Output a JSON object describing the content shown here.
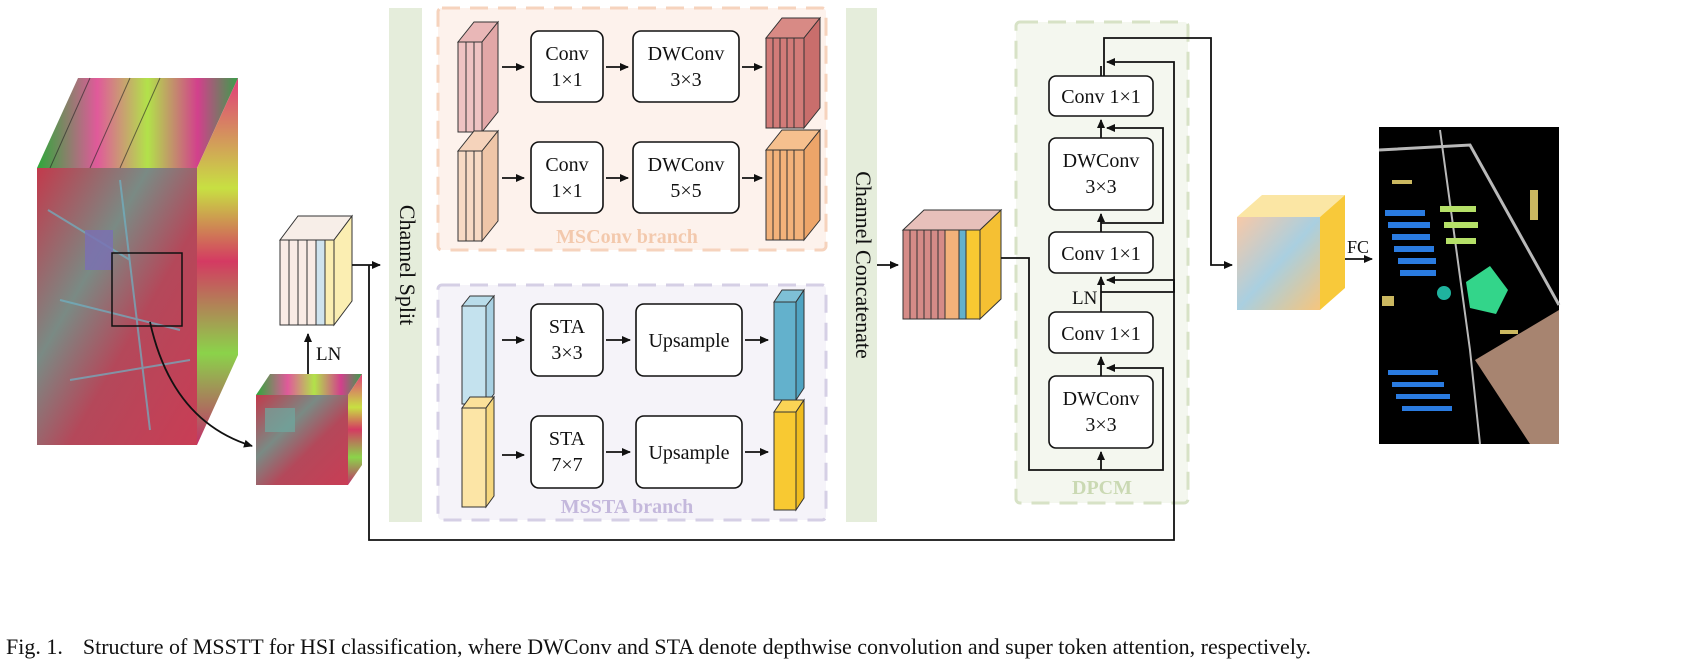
{
  "diagram": {
    "input_labels": {
      "ln_small": "LN"
    },
    "channel_split": "Channel Split",
    "channel_concatenate": "Channel Concatenate",
    "msconv": {
      "title": "MSConv branch",
      "rows": [
        {
          "conv": [
            "Conv",
            "1×1"
          ],
          "dwconv": [
            "DWConv",
            "3×3"
          ]
        },
        {
          "conv": [
            "Conv",
            "1×1"
          ],
          "dwconv": [
            "DWConv",
            "5×5"
          ]
        }
      ]
    },
    "mssta": {
      "title": "MSSTA branch",
      "rows": [
        {
          "sta": [
            "STA",
            "3×3"
          ],
          "up": "Upsample"
        },
        {
          "sta": [
            "STA",
            "7×7"
          ],
          "up": "Upsample"
        }
      ]
    },
    "dpcm": {
      "title": "DPCM",
      "conv_top": "Conv 1×1",
      "dwconv_top": [
        "DWConv",
        "3×3"
      ],
      "conv_mid": "Conv 1×1",
      "ln": "LN",
      "conv_low": "Conv 1×1",
      "dwconv_low": [
        "DWConv",
        "3×3"
      ]
    },
    "fc": "FC",
    "colors": {
      "msconv_bg": "#fdf2ec",
      "msconv_border": "#f6d3bd",
      "msconv_title": "#f3c9ad",
      "mssta_bg": "#f5f3f9",
      "mssta_border": "#d5cfe5",
      "mssta_title": "#c4b8dc",
      "dpcm_bg": "#f4f7ef",
      "dpcm_border": "#d7e2c6",
      "dpcm_title": "#cad9b3",
      "split_bar": "#e5eddb"
    }
  },
  "caption": {
    "label": "Fig. 1.",
    "text": "Structure of MSSTT for HSI classification, where DWConv and STA denote depthwise convolution and super token attention, respectively."
  }
}
